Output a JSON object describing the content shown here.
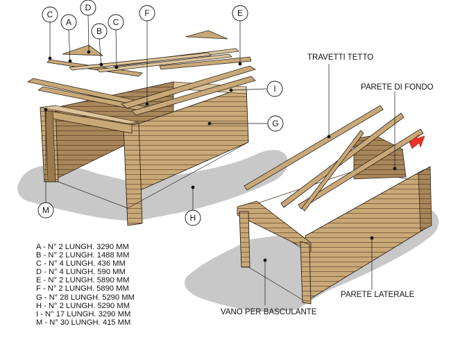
{
  "callouts": {
    "c_left": "C",
    "a": "A",
    "d": "D",
    "b": "B",
    "c_right": "C",
    "f": "F",
    "e": "E",
    "i": "I",
    "g": "G",
    "m": "M",
    "h": "H"
  },
  "labels": {
    "roof_joists": "TRAVETTI TETTO",
    "back_wall": "PARETE DI FONDO",
    "side_wall": "PARETE LATERALE",
    "door_opening": "VANO PER BASCULANTE"
  },
  "legend": [
    "A - N° 2 LUNGH. 3290 MM",
    "B - N° 2 LUNGH. 1488 MM",
    "C - N° 4 LUNGH. 436 MM",
    "D - N° 4 LUNGH. 590 MM",
    "E - N° 2 LUNGH. 5890 MM",
    "F - N° 2 LUNGH. 5890 MM",
    "G - N° 28 LUNGH. 5290 MM",
    "H - N° 2 LUNGH. 5290 MM",
    "I - N° 17 LUNGH. 3290 MM",
    "M - N° 30 LUNGH. 415 MM"
  ],
  "colors": {
    "wood": "#c9a878",
    "wood_dark": "#9c7b4e",
    "wood_light": "#ddc49c",
    "shadow": "#c8c8c8",
    "arrow": "#e8332a",
    "outline": "#2a2016"
  }
}
